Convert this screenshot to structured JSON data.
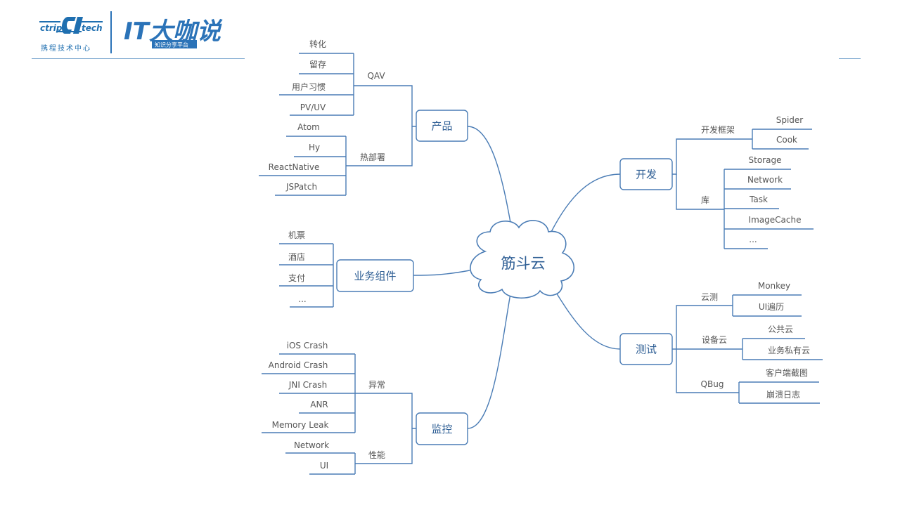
{
  "header": {
    "ctrip_logo": {
      "left": "ctrip",
      "right": "tech",
      "caption": "携程技术中心"
    },
    "it_logo": {
      "title": "IT大咖说",
      "subtitle": "知识分享平台"
    }
  },
  "colors": {
    "line": "#4a7cb5",
    "box_border": "#4a7cb5",
    "box_text": "#2f5f95",
    "brand_blue": "#1f6fb0"
  },
  "mindmap": {
    "center": "筋斗云",
    "product": {
      "label": "产品",
      "qav": {
        "label": "QAV",
        "items": [
          "转化",
          "留存",
          "用户习惯",
          "PV/UV"
        ]
      },
      "hotfix": {
        "label": "热部署",
        "items": [
          "Atom",
          "Hy",
          "ReactNative",
          "JSPatch"
        ]
      }
    },
    "business": {
      "label": "业务组件",
      "items": [
        "机票",
        "酒店",
        "支付",
        "..."
      ]
    },
    "monitor": {
      "label": "监控",
      "exception": {
        "label": "异常",
        "items": [
          "iOS Crash",
          "Android Crash",
          "JNI Crash",
          "ANR",
          "Memory Leak"
        ]
      },
      "performance": {
        "label": "性能",
        "items": [
          "Network",
          "UI"
        ]
      }
    },
    "develop": {
      "label": "开发",
      "framework": {
        "label": "开发框架",
        "items": [
          "Spider",
          "Cook"
        ]
      },
      "library": {
        "label": "库",
        "items": [
          "Storage",
          "Network",
          "Task",
          "ImageCache",
          "..."
        ]
      }
    },
    "test": {
      "label": "测试",
      "cloudtest": {
        "label": "云测",
        "items": [
          "Monkey",
          "UI遍历"
        ]
      },
      "devicecloud": {
        "label": "设备云",
        "items": [
          "公共云",
          "业务私有云"
        ]
      },
      "qbug": {
        "label": "QBug",
        "items": [
          "客户端截图",
          "崩溃日志"
        ]
      }
    }
  }
}
